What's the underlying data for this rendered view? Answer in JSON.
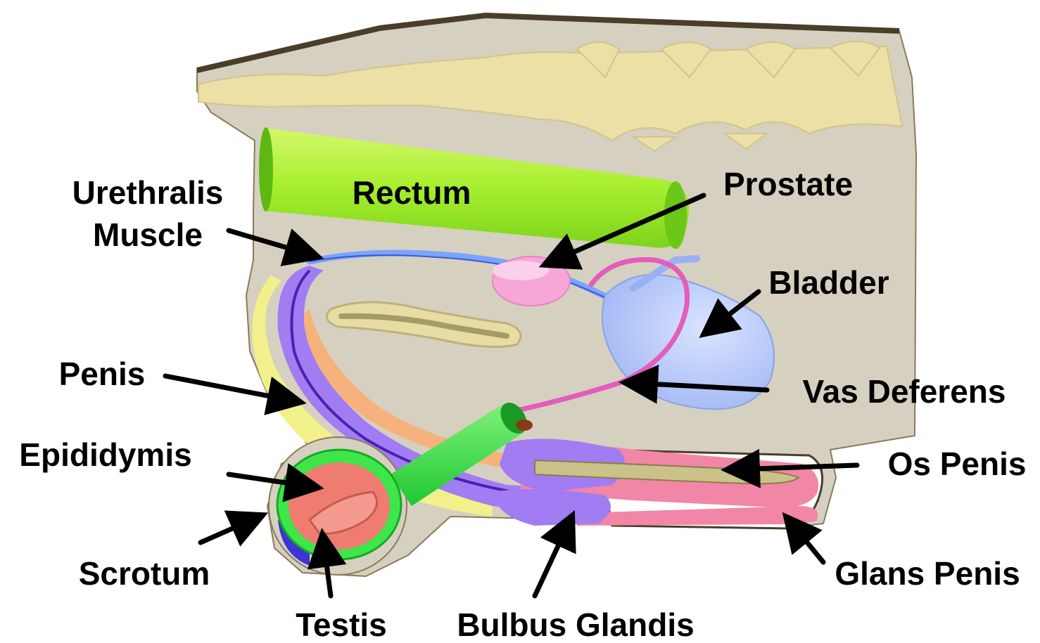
{
  "labels": {
    "urethralis_line1": "Urethralis",
    "urethralis_line2": "Muscle",
    "rectum": "Rectum",
    "prostate": "Prostate",
    "bladder": "Bladder",
    "penis": "Penis",
    "vas_deferens": "Vas Deferens",
    "epididymis": "Epididymis",
    "os_penis": "Os Penis",
    "scrotum": "Scrotum",
    "glans_penis": "Glans Penis",
    "testis": "Testis",
    "bulbus_glandis": "Bulbus Glandis"
  },
  "colors": {
    "body": "#d6d0c0",
    "body_outline": "#4a3d2a",
    "spine": "#ece0a6",
    "rectum": "#a6ee2e",
    "bladder": "#b5c9ff",
    "prostate": "#f6a6d8",
    "vas_deferens": "#e45cbc",
    "penis_purple": "#a27cf2",
    "penis_dark": "#5a32c8",
    "yellow_band": "#f2f08a",
    "orange_band": "#f6b27c",
    "epididymis_green": "#3ee64a",
    "testis": "#ee7c70",
    "glans_pink": "#f286a6",
    "os_penis": "#cbc28a",
    "scrotum_blue": "#3c34d8",
    "urethralis": "#7aa4ff",
    "arrow": "#000000"
  }
}
